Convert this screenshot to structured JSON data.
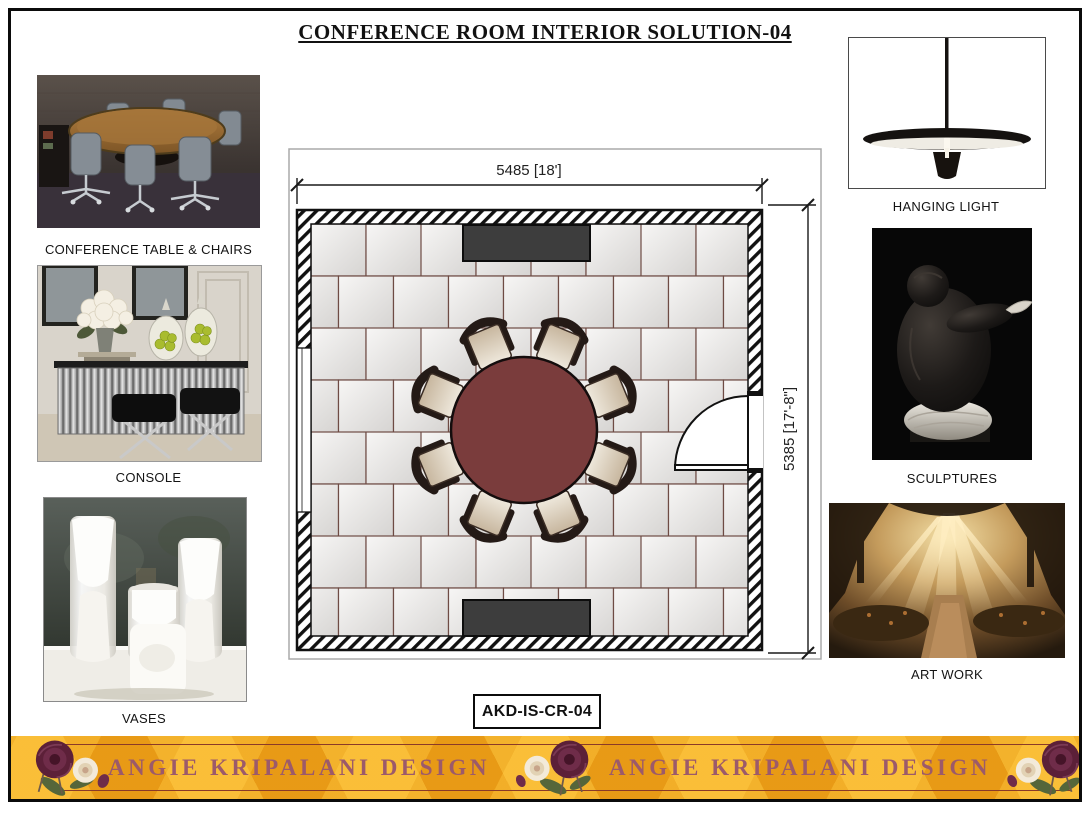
{
  "title": "CONFERENCE ROOM INTERIOR SOLUTION-04",
  "left_column": {
    "items": [
      {
        "caption": "CONFERENCE TABLE & CHAIRS"
      },
      {
        "caption": "CONSOLE"
      },
      {
        "caption": "VASES"
      }
    ]
  },
  "right_column": {
    "items": [
      {
        "caption": "HANGING LIGHT"
      },
      {
        "caption": "SCULPTURES"
      },
      {
        "caption": "ART WORK"
      }
    ]
  },
  "floor_plan": {
    "width_dim": "5485 [18']",
    "height_dim": "5385 [17'-8\"]",
    "label": "AKD-IS-CR-04",
    "colors": {
      "table": "#7a3c3c",
      "credenza": "#3d3d3d",
      "grout": "#6e4b44",
      "wall_hatch": "#111111"
    }
  },
  "banner": {
    "brand_left": "ANGIE KRIPALANI DESIGN",
    "brand_right": "ANGIE KRIPALANI DESIGN",
    "colors": {
      "background": "#efa11a",
      "text": "#9c5a6a",
      "rule": "#8a3a28"
    }
  }
}
